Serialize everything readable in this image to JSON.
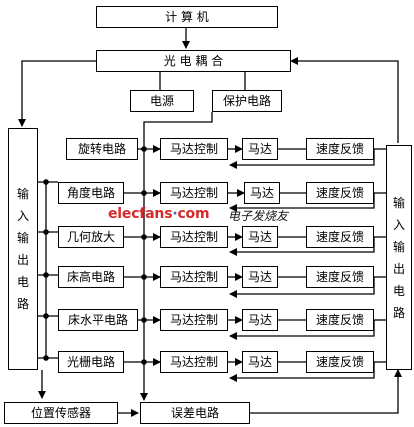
{
  "blocks": {
    "computer": "计 算 机",
    "optocoupler": "光 电 耦 合",
    "power": "电源",
    "protection": "保护电路",
    "input_output_left": [
      "输",
      "入",
      "输",
      "出",
      "电",
      "路"
    ],
    "input_output_right": [
      "输",
      "入",
      "输",
      "出",
      "电",
      "路"
    ],
    "position_sensor": "位置传感器",
    "error_circuit": "误差电路"
  },
  "channels": [
    {
      "circuit": "旋转电路",
      "controller": "马达控制",
      "motor": "马达",
      "feedback": "速度反馈"
    },
    {
      "circuit": "角度电路",
      "controller": "马达控制",
      "motor": "马达",
      "feedback": "速度反馈"
    },
    {
      "circuit": "几何放大",
      "controller": "马达控制",
      "motor": "马达",
      "feedback": "速度反馈"
    },
    {
      "circuit": "床高电路",
      "controller": "马达控制",
      "motor": "马达",
      "feedback": "速度反馈"
    },
    {
      "circuit": "床水平电路",
      "controller": "马达控制",
      "motor": "马达",
      "feedback": "速度反馈"
    },
    {
      "circuit": "光栅电路",
      "controller": "马达控制",
      "motor": "马达",
      "feedback": "速度反馈"
    }
  ],
  "watermark": {
    "brand": "elecfans",
    "dot": "·",
    "tld": "com",
    "cn": "电子发烧友"
  }
}
